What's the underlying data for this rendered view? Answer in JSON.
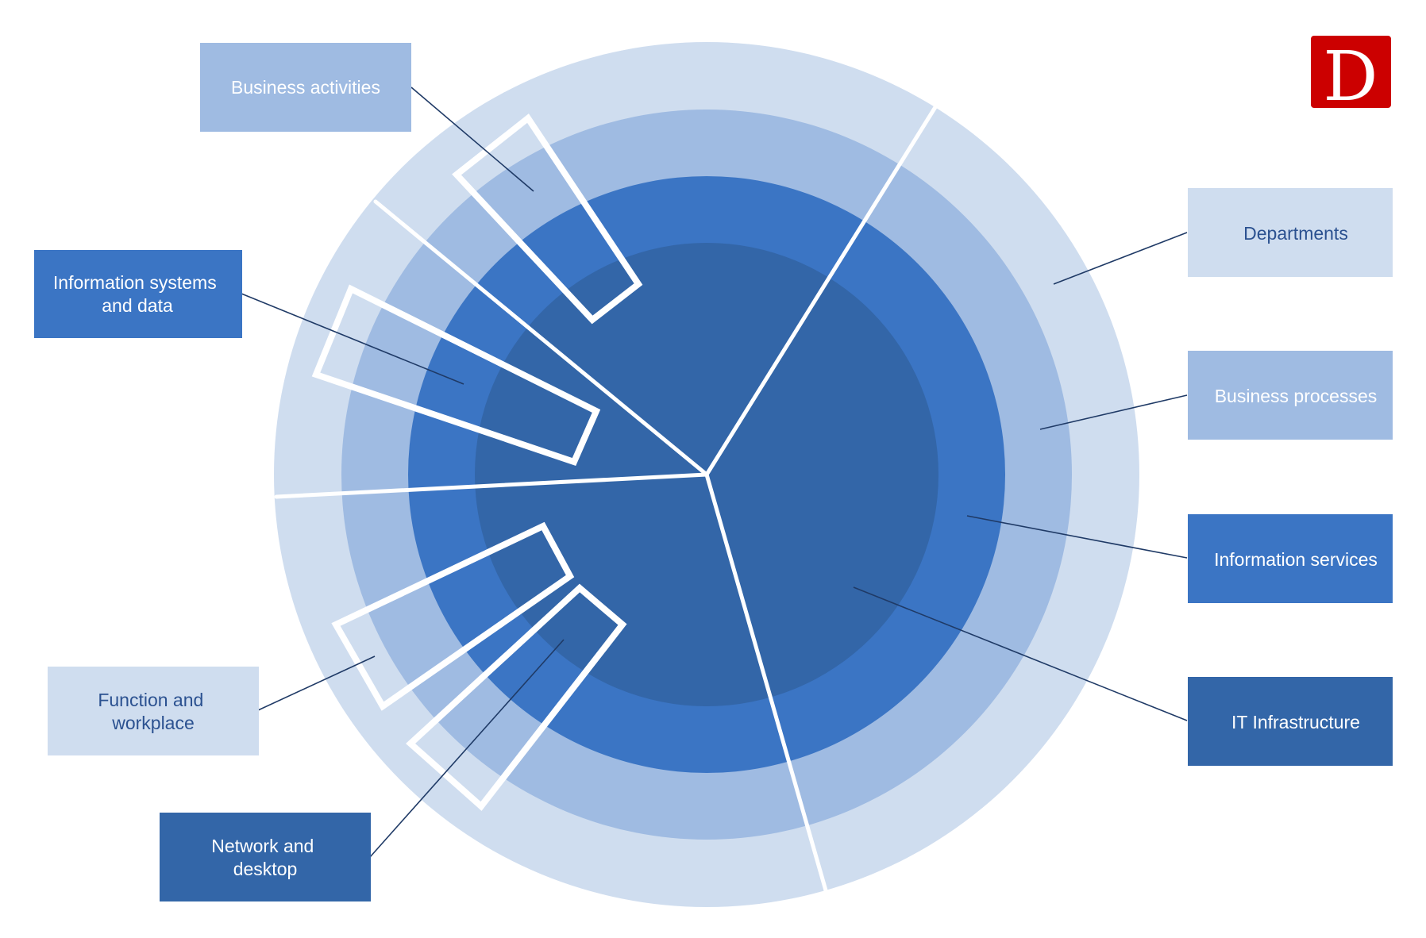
{
  "colors": {
    "ring_outer": "#CFDDEF",
    "ring_second": "#9FBBE2",
    "ring_third": "#3B75C4",
    "core": "#3366A8",
    "label_light_bg": "#CFDDEF",
    "label_light_text": "#2B5190",
    "label_medium_bg": "#9FBBE2",
    "label_dark_bg": "#3366A8",
    "label_mid_dark_bg": "#3B75C4",
    "leader_line": "#1F3A66",
    "divider": "#ffffff",
    "logo_bg": "#CC0000",
    "logo_letter": "#ffffff"
  },
  "logo": {
    "letter": "D",
    "icon": "brand-logo-icon"
  },
  "labels": {
    "business_activities": "Business activities",
    "info_systems": [
      "Information systems",
      "and data"
    ],
    "function_workplace": [
      "Function and",
      "workplace"
    ],
    "network_desktop": [
      "Network and",
      "desktop"
    ],
    "departments": "Departments",
    "business_processes": "Business processes",
    "information_services": "Information services",
    "it_infrastructure": "IT Infrastructure"
  }
}
